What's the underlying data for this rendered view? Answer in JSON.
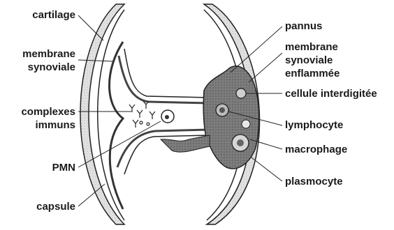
{
  "labels": {
    "left": {
      "cartilage": "cartilage",
      "membrane_line1": "membrane",
      "membrane_line2": "synoviale",
      "complexes_line1": "complexes",
      "complexes_line2": "immuns",
      "pmn": "PMN",
      "capsule": "capsule"
    },
    "right": {
      "pannus": "pannus",
      "inflamed_line1": "membrane",
      "inflamed_line2": "synoviale",
      "inflamed_line3": "enflammée",
      "interdigitated": "cellule interdigitée",
      "lymphocyte": "lymphocyte",
      "macrophage": "macrophage",
      "plasmocyte": "plasmocyte"
    }
  }
}
